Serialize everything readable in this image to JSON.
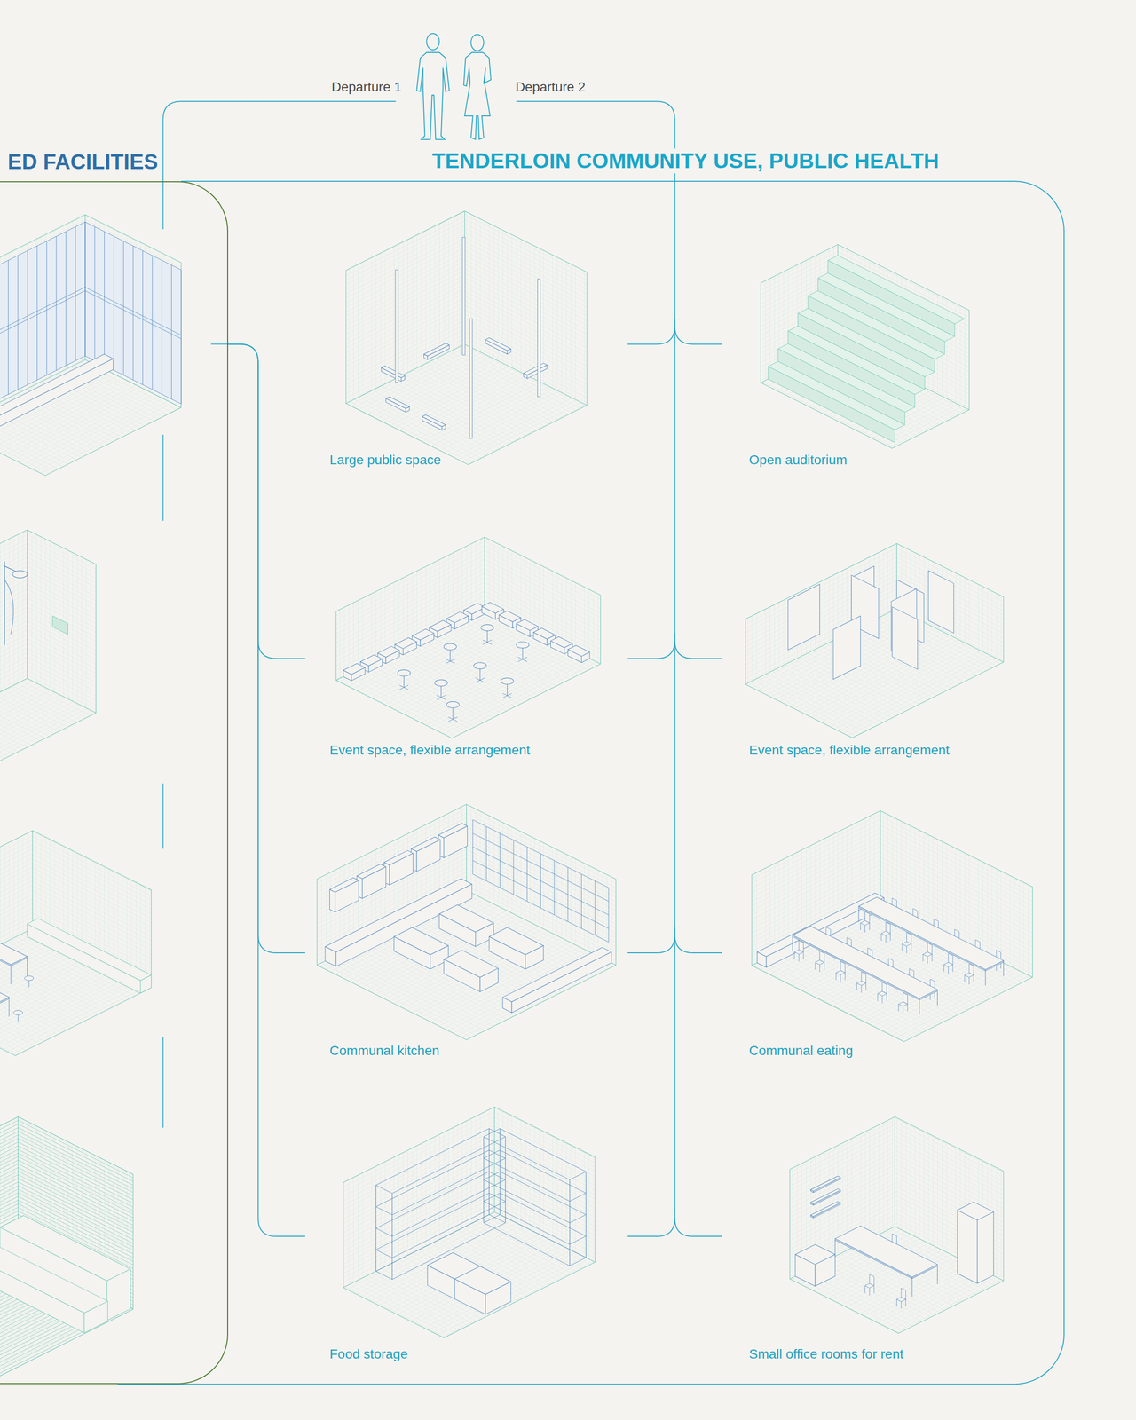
{
  "diagram": {
    "nodes": [
      {
        "text": [
          "ED FACILITIES"
        ]
      },
      {
        "text": [
          "TENDERLOIN COMMUNITY USE, PUBLIC HEALTH"
        ]
      },
      {
        "text": [
          "Large public space"
        ],
        "in": 1
      },
      {
        "text": [
          "Open auditorium"
        ],
        "in": 1
      },
      {
        "text": [
          "Event space, flexible arrangement"
        ],
        "in": 1
      },
      {
        "text": [
          "Event space, flexible arrangement"
        ],
        "in": 1
      },
      {
        "text": [
          "Communal kitchen"
        ],
        "in": 1
      },
      {
        "text": [
          "Communal eating"
        ],
        "in": 1
      },
      {
        "text": [
          "Food storage"
        ],
        "in": 1
      },
      {
        "text": [
          "Small office rooms for rent"
        ],
        "in": 1
      }
    ],
    "edges": [
      {
        "from": 0,
        "to": 4,
        "arrow": "none"
      },
      {
        "from": 0,
        "to": 6,
        "arrow": "none"
      },
      {
        "from": 0,
        "to": 8,
        "arrow": "none"
      },
      {
        "from": 2,
        "to": 3,
        "arrow": "none"
      },
      {
        "from": 4,
        "to": 5,
        "arrow": "none"
      },
      {
        "from": 6,
        "to": 7,
        "arrow": "none"
      },
      {
        "from": 8,
        "to": 9,
        "arrow": "none"
      }
    ],
    "labels": [
      "Departure 1",
      "Departure 2"
    ]
  }
}
